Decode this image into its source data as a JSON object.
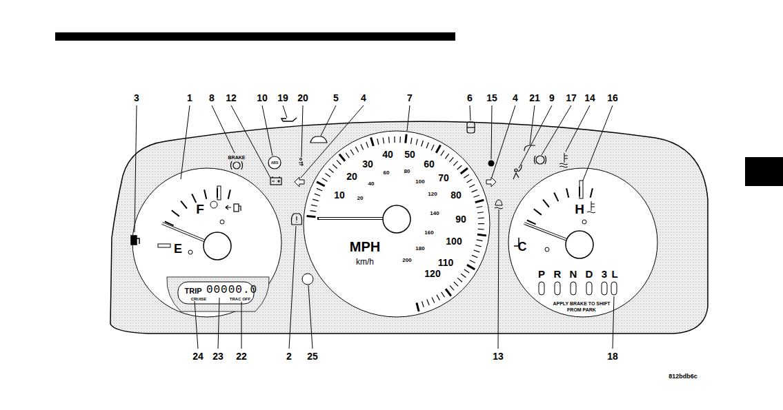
{
  "diagram": {
    "labels": [
      "3",
      "1",
      "8",
      "12",
      "10",
      "19",
      "20",
      "5",
      "4",
      "7",
      "6",
      "15",
      "4",
      "21",
      "9",
      "17",
      "14",
      "16",
      "24",
      "23",
      "22",
      "2",
      "25",
      "13",
      "18",
      "BRAKE",
      "ABS",
      "F",
      "E",
      "H",
      "C",
      "MPH",
      "km/h",
      "10",
      "20",
      "30",
      "40",
      "50",
      "60",
      "70",
      "80",
      "90",
      "100",
      "110",
      "120",
      "20",
      "40",
      "60",
      "80",
      "100",
      "120",
      "140",
      "160",
      "180",
      "200",
      "P",
      "R",
      "N",
      "D",
      "3",
      "L",
      "APPLY BRAKE TO SHIFT FROM PARK",
      "TRIP",
      "00000.0",
      "CRUISE",
      "TRAC OFF",
      "812bdb6c"
    ]
  }
}
